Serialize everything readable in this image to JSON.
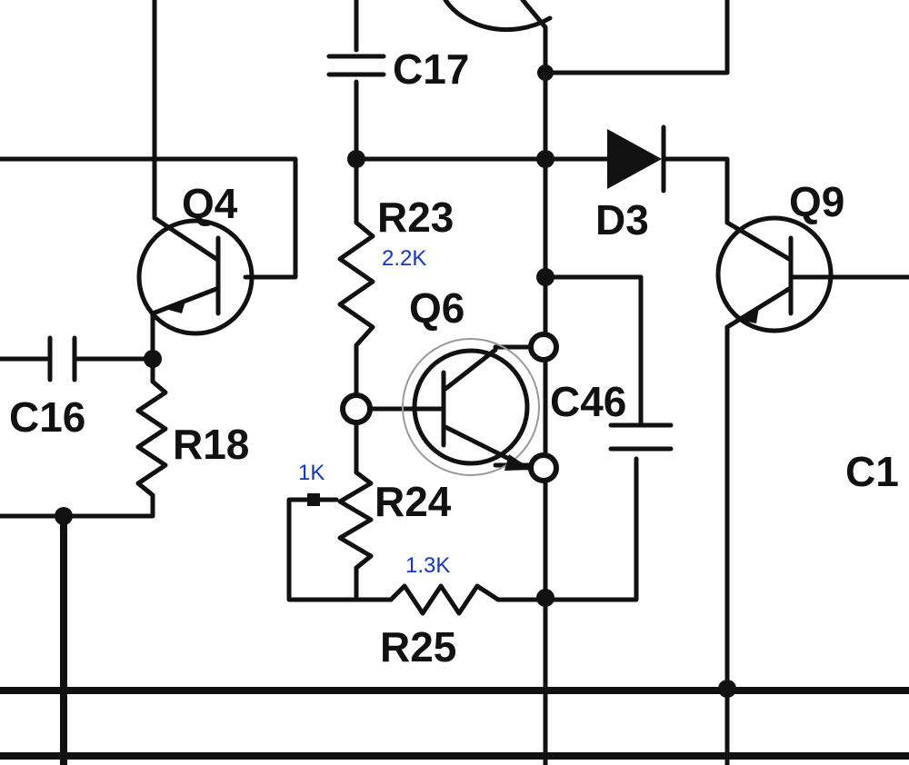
{
  "components": {
    "q4": {
      "label": "Q4"
    },
    "q6": {
      "label": "Q6"
    },
    "q9": {
      "label": "Q9"
    },
    "c16": {
      "label": "C16"
    },
    "c17": {
      "label": "C17"
    },
    "c46": {
      "label": "C46"
    },
    "c_partial": {
      "label": "C1"
    },
    "r18": {
      "label": "R18"
    },
    "r23": {
      "label": "R23",
      "value": "2.2K"
    },
    "r24": {
      "label": "R24",
      "value": "1K"
    },
    "r25": {
      "label": "R25",
      "value": "1.3K"
    },
    "d3": {
      "label": "D3"
    }
  },
  "colors": {
    "ink": "#111111",
    "annotation": "#1133dd"
  }
}
